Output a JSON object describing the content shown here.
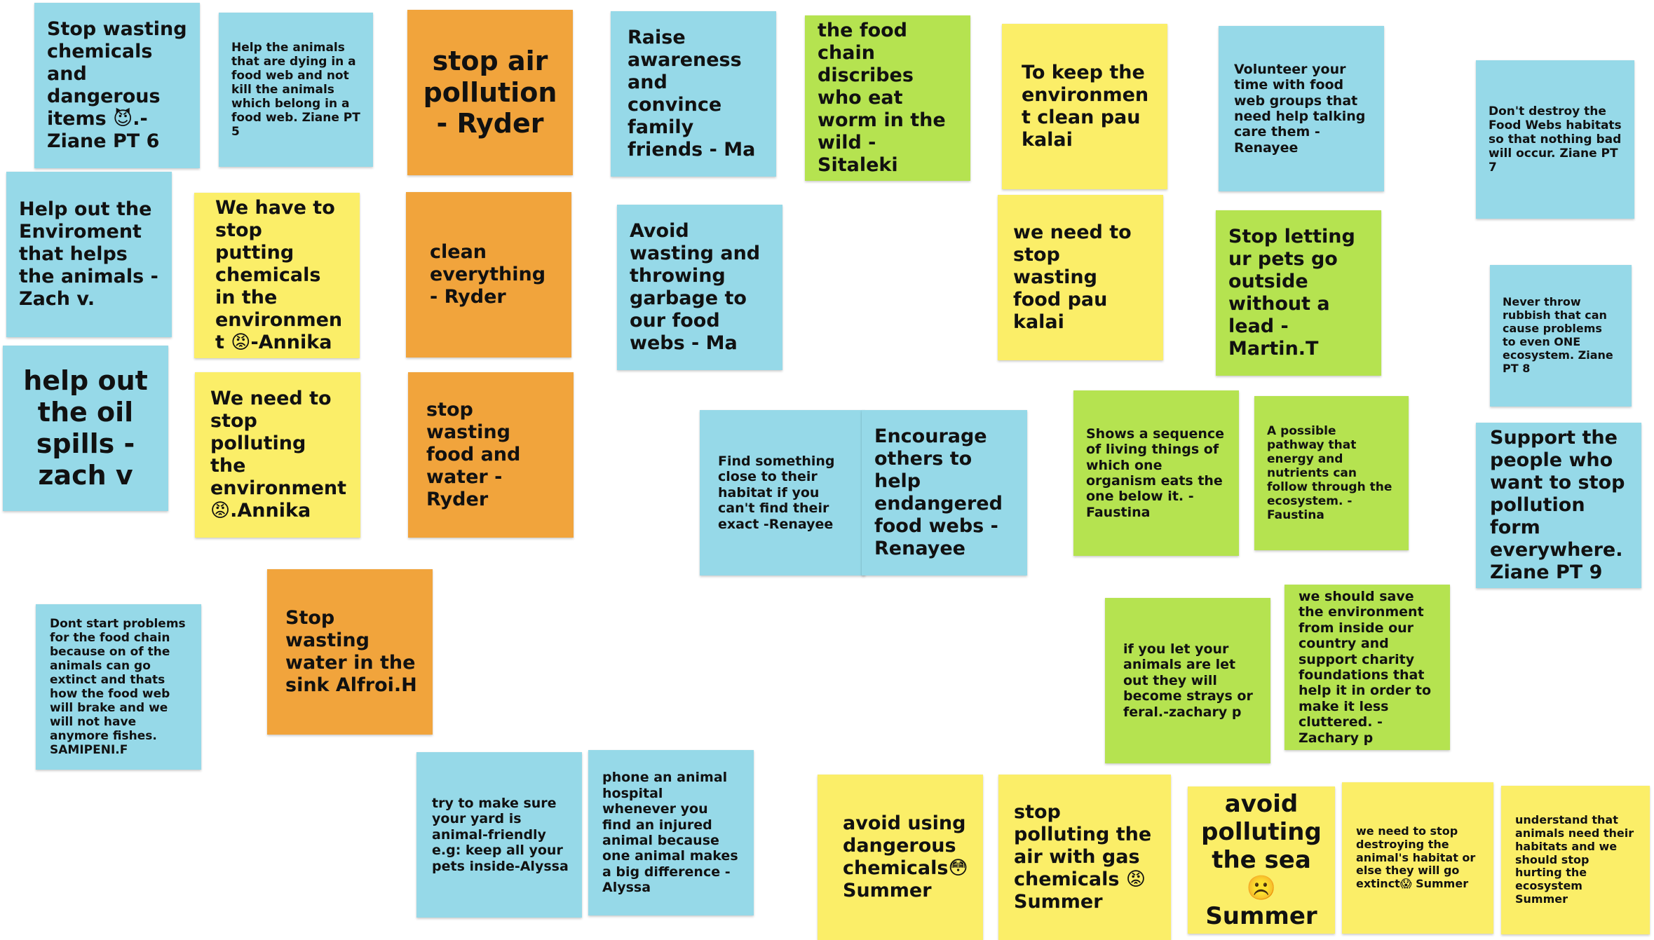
{
  "colors": {
    "blue": "#96d9e8",
    "orange": "#f1a43c",
    "yellow": "#fbee68",
    "green": "#b5e350"
  },
  "notes": [
    {
      "text": "Stop wasting chemicals and dangerous items 😈.- Ziane PT 6",
      "color": "blue"
    },
    {
      "text": "Help the animals that are dying in a food web and not kill the animals which belong in a food web. Ziane PT 5",
      "color": "blue"
    },
    {
      "text": "stop air pollution - Ryder",
      "color": "orange"
    },
    {
      "text": "Raise awareness and convince family friends - Ma",
      "color": "blue"
    },
    {
      "text": "the food chain discribes who eat worm in the wild - Sitaleki",
      "color": "green"
    },
    {
      "text": "To keep the environment clean pau kalai",
      "color": "yellow"
    },
    {
      "text": "Volunteer your time with food web groups that need help talking care them - Renayee",
      "color": "blue"
    },
    {
      "text": "Don't destroy the Food Webs habitats so that nothing bad will occur. Ziane PT 7",
      "color": "blue"
    },
    {
      "text": "Help out the Enviroment that helps the animals - Zach v.",
      "color": "blue"
    },
    {
      "text": "We have to stop putting chemicals in the environment 😡-Annika",
      "color": "yellow"
    },
    {
      "text": "clean everything - Ryder",
      "color": "orange"
    },
    {
      "text": "Avoid wasting and throwing garbage to our food webs - Ma",
      "color": "blue"
    },
    {
      "text": "we need to stop wasting food pau kalai",
      "color": "yellow"
    },
    {
      "text": "Stop letting ur pets go outside without a lead - Martin.T",
      "color": "green"
    },
    {
      "text": "Never throw rubbish that can cause problems to even ONE ecosystem. Ziane PT 8",
      "color": "blue"
    },
    {
      "text": "help out the oil spills - zach v",
      "color": "blue"
    },
    {
      "text": "We need to stop polluting the environment 😡.Annika",
      "color": "yellow"
    },
    {
      "text": "stop wasting food and water - Ryder",
      "color": "orange"
    },
    {
      "text": "Find something close to their habitat if you can't find their exact -Renayee",
      "color": "blue"
    },
    {
      "text": "Encourage others to help endangered food webs -Renayee",
      "color": "blue"
    },
    {
      "text": "Shows a sequence of living things of which one organism eats the one below it. - Faustina",
      "color": "green"
    },
    {
      "text": "A possible pathway that energy and nutrients can follow through the ecosystem. - Faustina",
      "color": "green"
    },
    {
      "text": "Support the people who want to stop pollution form everywhere. Ziane PT 9",
      "color": "blue"
    },
    {
      "text": "Dont start problems for the food chain because on of the animals can go extinct and thats how the food web will brake and we will not have anymore fishes. SAMIPENI.F",
      "color": "blue"
    },
    {
      "text": "Stop wasting water in the sink Alfroi.H",
      "color": "orange"
    },
    {
      "text": "if you let your animals are let out they will become strays or feral.-zachary p",
      "color": "green"
    },
    {
      "text": "we should save the environment from inside our country and support charity foundations that help it in order to make it less cluttered. - Zachary p",
      "color": "green"
    },
    {
      "text": "try to make sure your yard is animal-friendly e.g: keep all your pets inside-Alyssa",
      "color": "blue"
    },
    {
      "text": "phone an animal hospital whenever you find an injured animal because one animal makes a big difference -Alyssa",
      "color": "blue"
    },
    {
      "text": "avoid using dangerous chemicals😳 Summer",
      "color": "yellow"
    },
    {
      "text": "stop polluting the air with gas chemicals 😡 Summer",
      "color": "yellow"
    },
    {
      "text": "avoid polluting the sea ☹️ Summer",
      "color": "yellow"
    },
    {
      "text": "we need to stop destroying the animal's habitat or else they will go extinct😱 Summer",
      "color": "yellow"
    },
    {
      "text": "understand that animals need their habitats and we should stop hurting the ecosystem Summer",
      "color": "yellow"
    }
  ]
}
